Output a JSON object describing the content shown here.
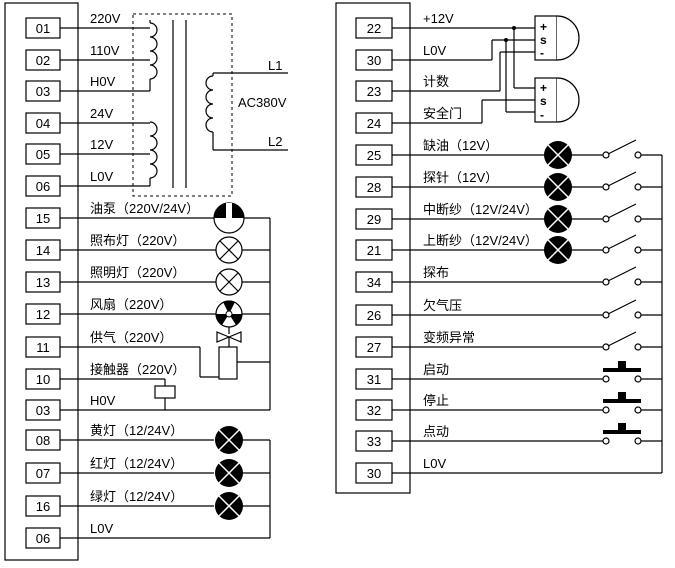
{
  "left_terminals": [
    "01",
    "02",
    "03",
    "04",
    "05",
    "06",
    "15",
    "14",
    "13",
    "12",
    "11",
    "10",
    "03",
    "08",
    "07",
    "16",
    "06"
  ],
  "left_labels": [
    "220V",
    "110V",
    "H0V",
    "24V",
    "12V",
    "L0V",
    "油泵（220V/24V）",
    "照布灯（220V）",
    "照明灯（220V）",
    "风扇（220V）",
    "供气（220V）",
    "接触器（220V）",
    "H0V",
    "黄灯（12/24V）",
    "红灯（12/24V）",
    "绿灯（12/24V）",
    "L0V"
  ],
  "transformer": {
    "primary_1": "L1",
    "primary_2": "L2",
    "voltage": "AC380V"
  },
  "right_terminals": [
    "22",
    "30",
    "23",
    "24",
    "25",
    "28",
    "29",
    "21",
    "34",
    "26",
    "27",
    "31",
    "32",
    "33",
    "30"
  ],
  "right_labels": [
    "+12V",
    "L0V",
    "计数",
    "安全门",
    "缺油（12V）",
    "探针（12V）",
    "中断纱（12V/24V）",
    "上断纱（12V/24V）",
    "探布",
    "欠气压",
    "变频异常",
    "启动",
    "停止",
    "点动",
    "L0V"
  ],
  "sensor_pins": {
    "plus": "+",
    "signal": "s",
    "minus": "-"
  }
}
